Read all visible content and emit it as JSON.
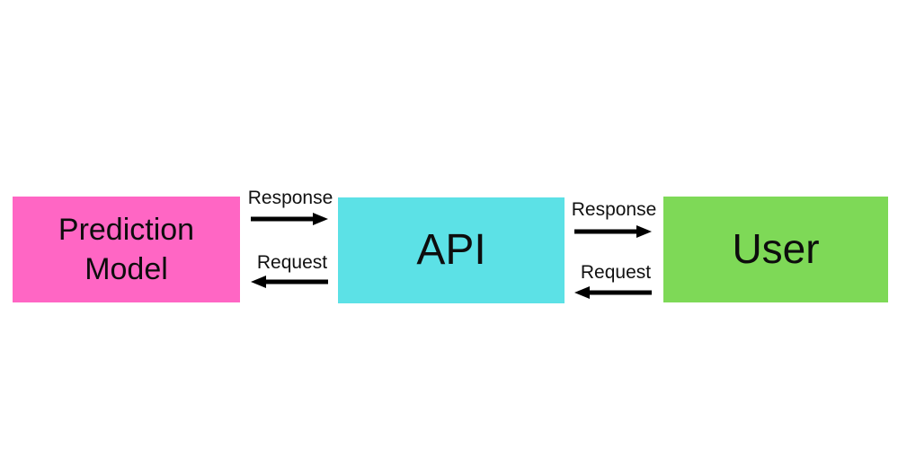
{
  "diagram": {
    "background_color": "#ffffff",
    "text_color": "#0d0d0d",
    "arrow_color": "#000000",
    "nodes": [
      {
        "id": "prediction-model",
        "label": "Prediction Model",
        "color": "#ff66c4"
      },
      {
        "id": "api",
        "label": "API",
        "color": "#5ce1e6"
      },
      {
        "id": "user",
        "label": "User",
        "color": "#7ed957"
      }
    ],
    "connections": [
      {
        "from": "prediction-model",
        "to": "api",
        "response": {
          "label": "Response",
          "direction": "right"
        },
        "request": {
          "label": "Request",
          "direction": "left"
        }
      },
      {
        "from": "api",
        "to": "user",
        "response": {
          "label": "Response",
          "direction": "right"
        },
        "request": {
          "label": "Request",
          "direction": "left"
        }
      }
    ]
  }
}
